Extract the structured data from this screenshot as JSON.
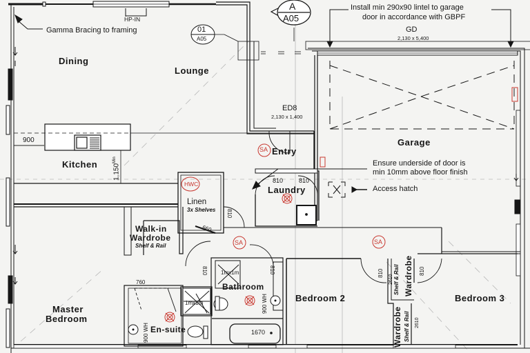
{
  "drawing": {
    "type": "residential floor plan",
    "colors": {
      "ink": "#161616",
      "background": "#f4f4f2",
      "annotation_red": "#c8372f",
      "guide_grey": "#9a9a9a"
    }
  },
  "section_marker": {
    "letter": "A",
    "sheet": "A05"
  },
  "detail_marker": {
    "number": "01",
    "sheet": "A05"
  },
  "annotations": {
    "gamma_bracing": "Gamma Bracing to framing",
    "hp_in": "HP-IN",
    "lintel_line1": "Install min 290x90 lintel to garage",
    "lintel_line2": "door in accordance with GBPF",
    "garage_door_code": "GD",
    "garage_door_size": "2,130 x 5,400",
    "entry_door_code": "ED8",
    "entry_door_size": "2,130 x 1,400",
    "door_underside_line1": "Ensure underside of door is",
    "door_underside_line2": "min 10mm above floor finish",
    "access_hatch": "Access hatch",
    "smoke_alarm": "SA",
    "hot_water_cylinder": "HWC"
  },
  "rooms": {
    "dining": "Dining",
    "lounge": "Lounge",
    "garage": "Garage",
    "entry": "Entry",
    "kitchen": "Kitchen",
    "laundry": "Laundry",
    "linen": "Linen",
    "linen_note": "3x Shelves",
    "walkin_line1": "Walk-in",
    "walkin_line2": "Wardrobe",
    "walkin_note": "Shelf & Rail",
    "master_line1": "Master",
    "master_line2": "Bedroom",
    "bathroom": "Bathroom",
    "ensuite": "En-suite",
    "bedroom2": "Bedroom 2",
    "bedroom3": "Bedroom 3",
    "wardrobe": "Wardrobe",
    "wardrobe_note": "Shelf & Rail"
  },
  "dimensions": {
    "kitchen_clearance": "900",
    "bench_gap": "1,150",
    "bench_gap_suffix": "Min",
    "door_810": "810",
    "linen_door": "660",
    "ensuite_door": "760",
    "vanity": "900 WH",
    "shower": "1mx1m",
    "bath": "1670",
    "wardrobe_width": "2610"
  }
}
